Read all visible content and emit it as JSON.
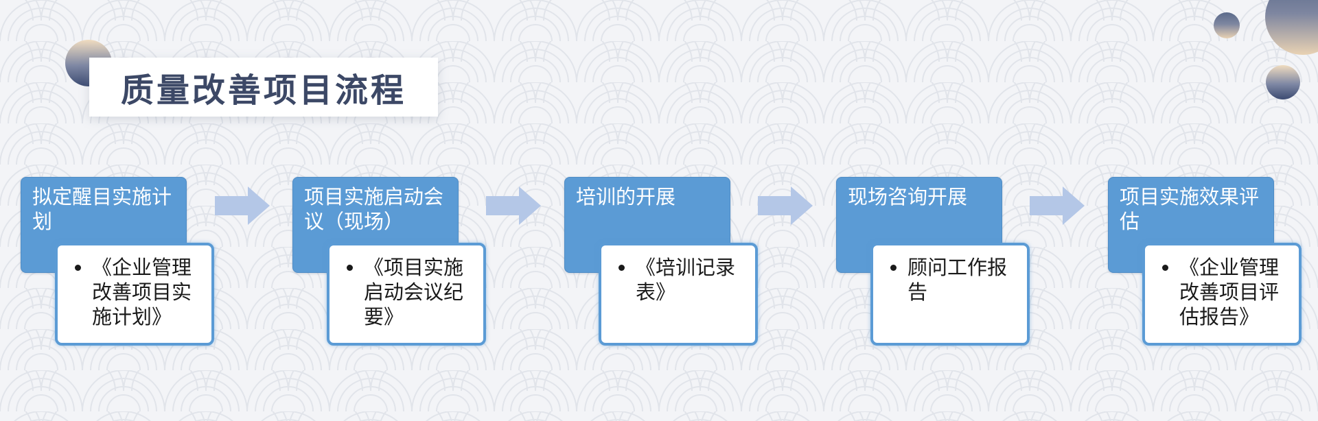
{
  "title": "质量改善项目流程",
  "colors": {
    "step_head": "#5b9bd5",
    "card_border": "#5b9bd5",
    "arrow": "#b4c7e7",
    "title_text": "#3c4866"
  },
  "steps": [
    {
      "head": "拟定醒目实施计划",
      "item": "《企业管理改善项目实施计划》"
    },
    {
      "head": "项目实施启动会议（现场）",
      "item": "《项目实施启动会议纪要》"
    },
    {
      "head": "培训的开展",
      "item": "《培训记录表》"
    },
    {
      "head": "现场咨询开展",
      "item": "顾问工作报告"
    },
    {
      "head": "项目实施效果评估",
      "item": "《企业管理改善项目评估报告》"
    }
  ]
}
